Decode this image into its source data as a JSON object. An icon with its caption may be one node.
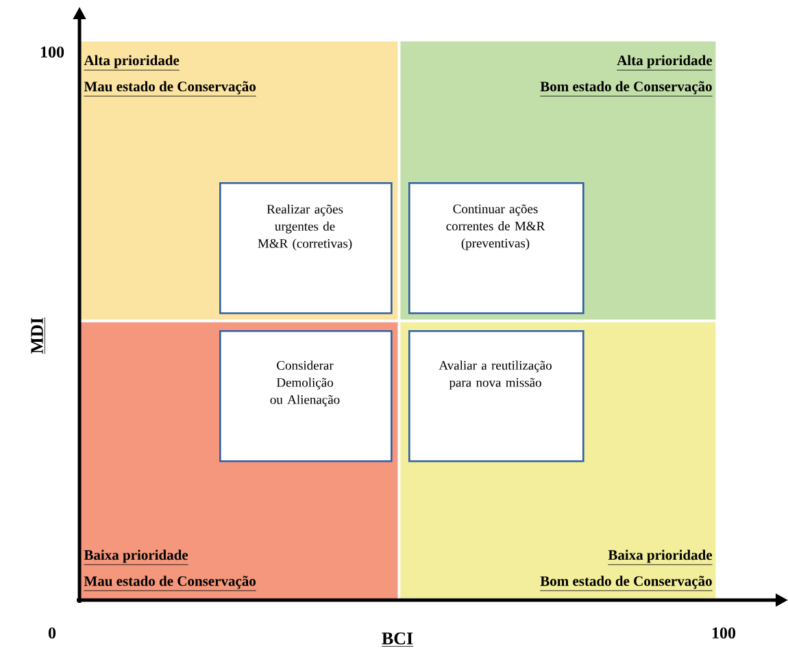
{
  "diagram": {
    "nodes": [
      {
        "text": [
          "Alta prioridade",
          "Mau estado de Conservação"
        ]
      },
      {
        "text": [
          "Alta prioridade",
          "Bom estado de Conservação"
        ]
      },
      {
        "text": [
          "Baixa prioridade",
          "Mau estado de Conservação"
        ]
      },
      {
        "text": [
          "Baixa prioridade",
          "Bom estado de Conservação"
        ]
      },
      {
        "text": [
          "Realizar ações urgentes de M&R (corretivas)"
        ],
        "in": 0
      },
      {
        "text": [
          "Continuar ações correntes de M&R (preventivas)"
        ],
        "in": 1
      },
      {
        "text": [
          "Considerar Demolição ou Alienação"
        ],
        "in": 2
      },
      {
        "text": [
          "Avaliar a reutilização para nova missão"
        ],
        "in": 3
      }
    ],
    "labels": [
      "100",
      "MDI",
      "0",
      "BCI",
      "100"
    ]
  }
}
